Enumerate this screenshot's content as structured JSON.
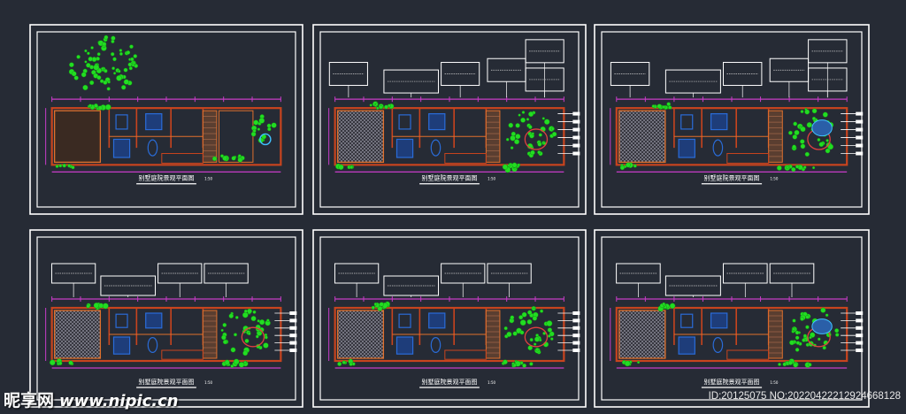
{
  "colors": {
    "background": "#262b35",
    "frame": "#ffffff",
    "wall": "#c8441e",
    "wall_light": "#e0702c",
    "magenta": "#c83cc8",
    "green": "#22dd22",
    "blue": "#2a6cd8",
    "cyan": "#40c0ff",
    "label_box": "#ffffff"
  },
  "sheets": [
    {
      "id": "sheet-1",
      "title": "别墅庭院景观平面图",
      "scale": "1:50",
      "variant": "base",
      "label_count": 0
    },
    {
      "id": "sheet-2",
      "title": "别墅庭院景观平面图",
      "scale": "1:50",
      "variant": "garden-a",
      "label_count": 6
    },
    {
      "id": "sheet-3",
      "title": "别墅庭院景观平面图",
      "scale": "1:50",
      "variant": "garden-b",
      "label_count": 6
    },
    {
      "id": "sheet-4",
      "title": "别墅庭院景观平面图",
      "scale": "1:50",
      "variant": "garden-c",
      "label_count": 4
    },
    {
      "id": "sheet-5",
      "title": "别墅庭院景观平面图",
      "scale": "1:50",
      "variant": "garden-d",
      "label_count": 4
    },
    {
      "id": "sheet-6",
      "title": "别墅庭院景观平面图",
      "scale": "1:50",
      "variant": "garden-e",
      "label_count": 4
    }
  ],
  "watermark": {
    "brand": "昵享网",
    "url": "www.nipic.cn",
    "id_text": "ID:20125075 NO:20220422212924668128"
  }
}
